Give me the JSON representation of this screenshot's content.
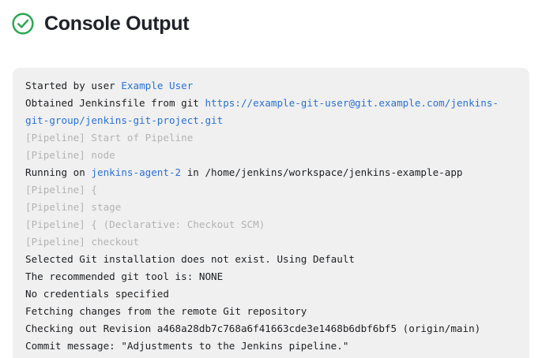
{
  "header": {
    "title": "Console Output",
    "status_icon": "circle-check-icon",
    "status_color": "#2aa653"
  },
  "theme": {
    "page_background": "#ffffff",
    "panel_background": "#f0f0f0",
    "text_color": "#1d1f23",
    "link_color": "#2a72d4",
    "muted_color": "#b3b3b3"
  },
  "console": {
    "lines": [
      {
        "segments": [
          {
            "text": "Started by user ",
            "style": "plain"
          },
          {
            "text": "Example User",
            "style": "link"
          }
        ]
      },
      {
        "segments": [
          {
            "text": "Obtained Jenkinsfile from git ",
            "style": "plain"
          },
          {
            "text": "https://example-git-user@git.example.com/jenkins-git-group/jenkins-git-project.git",
            "style": "link"
          }
        ]
      },
      {
        "segments": [
          {
            "text": "[Pipeline] Start of Pipeline",
            "style": "muted"
          }
        ]
      },
      {
        "segments": [
          {
            "text": "[Pipeline] node",
            "style": "muted"
          }
        ]
      },
      {
        "segments": [
          {
            "text": "Running on ",
            "style": "plain"
          },
          {
            "text": "jenkins-agent-2",
            "style": "link"
          },
          {
            "text": " in /home/jenkins/workspace/jenkins-example-app",
            "style": "plain"
          }
        ]
      },
      {
        "segments": [
          {
            "text": "[Pipeline] {",
            "style": "muted"
          }
        ]
      },
      {
        "segments": [
          {
            "text": "[Pipeline] stage",
            "style": "muted"
          }
        ]
      },
      {
        "segments": [
          {
            "text": "[Pipeline] { (Declarative: Checkout SCM)",
            "style": "muted"
          }
        ]
      },
      {
        "segments": [
          {
            "text": "[Pipeline] checkout",
            "style": "muted"
          }
        ]
      },
      {
        "segments": [
          {
            "text": "Selected Git installation does not exist. Using Default",
            "style": "plain"
          }
        ]
      },
      {
        "segments": [
          {
            "text": "The recommended git tool is: NONE",
            "style": "plain"
          }
        ]
      },
      {
        "segments": [
          {
            "text": "No credentials specified",
            "style": "plain"
          }
        ]
      },
      {
        "segments": [
          {
            "text": "Fetching changes from the remote Git repository",
            "style": "plain"
          }
        ]
      },
      {
        "segments": [
          {
            "text": "Checking out Revision a468a28db7c768a6f41663cde3e1468b6dbf6bf5 (origin/main)",
            "style": "plain"
          }
        ]
      },
      {
        "segments": [
          {
            "text": "Commit message: \"Adjustments to the Jenkins pipeline.\"",
            "style": "plain"
          }
        ]
      }
    ]
  }
}
